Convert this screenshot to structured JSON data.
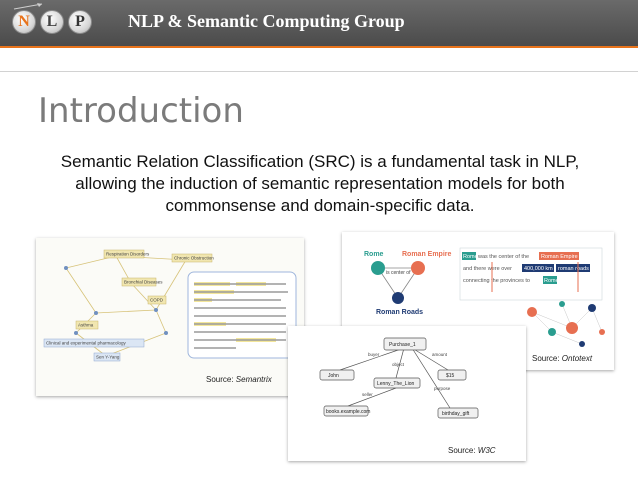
{
  "header": {
    "logo_letters": [
      "N",
      "L",
      "P"
    ],
    "title": "NLP & Semantic Computing Group"
  },
  "slide": {
    "title": "Introduction",
    "body": "Semantic Relation Classification (SRC) is a fundamental task in NLP, allowing the induction of semantic representation models for both commonsense and domain-specific data."
  },
  "figures": {
    "semantrix": {
      "source_prefix": "Source: ",
      "source_name": "Semantrix",
      "node_labels": [
        "Respiration Disorders",
        "Chronic Obstruction",
        "Bronchial Diseases",
        "COPD",
        "Asthma",
        "Clinical and experimental pharmacology",
        "Sen Y-Yang"
      ]
    },
    "ontotext": {
      "source_prefix": "Source: ",
      "source_name": "Ontotext",
      "graph_labels": [
        "Rome",
        "Roman Empire",
        "is center of",
        "Roman Roads"
      ],
      "sentence_tokens": [
        "Rome",
        "was the center of the",
        "Roman Empire",
        "and there were over",
        "400,000 km",
        "roman roads",
        "connecting the provinces to",
        "Rome"
      ]
    },
    "w3c": {
      "source_prefix": "Source: ",
      "source_name": "W3C",
      "node_labels": [
        "Purchase_1",
        "John",
        "Lenny_The_Lion",
        "$15",
        "books.example.com",
        "birthday_gift"
      ],
      "edge_labels": [
        "buyer",
        "object",
        "amount",
        "seller",
        "purpose"
      ]
    }
  }
}
